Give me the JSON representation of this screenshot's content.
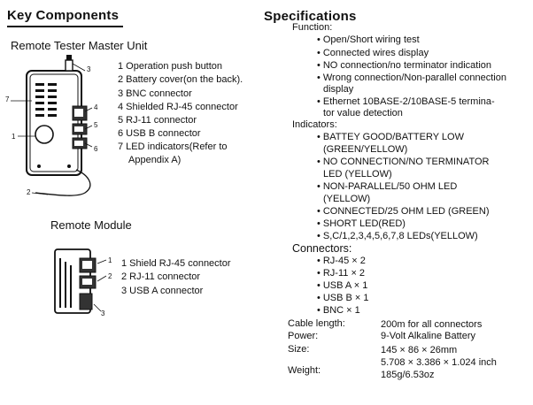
{
  "left": {
    "title": "Key Components",
    "master": {
      "heading": "Remote Tester Master Unit",
      "items": [
        "1 Operation push button",
        "2 Battery cover(on the back).",
        "3 BNC connector",
        "4 Shielded RJ-45 connector",
        "5 RJ-11 connector",
        "6 USB B connector",
        "7 LED indicators(Refer to",
        "Appendix A)"
      ],
      "callouts": [
        "1",
        "2",
        "3",
        "4",
        "5",
        "6",
        "7"
      ]
    },
    "remote": {
      "heading": "Remote Module",
      "items": [
        "1 Shield RJ-45 connector",
        "2 RJ-11 connector",
        "3 USB A connector"
      ],
      "callouts": [
        "1",
        "2",
        "3"
      ]
    }
  },
  "right": {
    "title": "Specifications",
    "function": {
      "label": "Function:",
      "lines": [
        "Open/Short wiring test",
        "Connected wires display",
        "NO connection/no terminator indication",
        "Wrong connection/Non-parallel connection",
        "display",
        "Ethernet 10BASE-2/10BASE-5 termina-",
        "tor value detection"
      ]
    },
    "indicators": {
      "label": "Indicators:",
      "lines": [
        "BATTEY GOOD/BATTERY LOW",
        "(GREEN/YELLOW)",
        "NO CONNECTION/NO TERMINATOR",
        "LED (YELLOW)",
        "NON-PARALLEL/50 OHM LED",
        "(YELLOW)",
        "CONNECTED/25 OHM LED (GREEN)",
        "SHORT LED(RED)",
        "S,C/1,2,3,4,5,6,7,8 LEDs(YELLOW)"
      ]
    },
    "connectors": {
      "label": "Connectors:",
      "lines": [
        "RJ-45 × 2",
        "RJ-11 × 2",
        "USB A × 1",
        "USB B × 1",
        "BNC × 1"
      ]
    },
    "table": [
      {
        "label": "Cable length:",
        "value": "200m for all connectors"
      },
      {
        "label": "Power:",
        "value": "9-Volt Alkaline Battery"
      },
      {
        "label": "Size:",
        "value": "145 × 86 × 26mm"
      },
      {
        "label": "",
        "value": "5.708 × 3.386 × 1.024 inch"
      },
      {
        "label": "Weight:",
        "value": "185g/6.53oz"
      }
    ]
  }
}
